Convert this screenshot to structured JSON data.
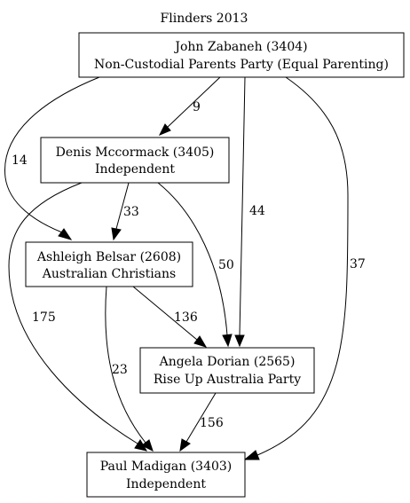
{
  "title": "Flinders 2013",
  "nodes": {
    "zabaneh": {
      "name": "John Zabaneh (3404)",
      "party": "Non-Custodial Parents Party (Equal Parenting)"
    },
    "mccormack": {
      "name": "Denis Mccormack (3405)",
      "party": "Independent"
    },
    "belsar": {
      "name": "Ashleigh Belsar (2608)",
      "party": "Australian Christians"
    },
    "dorian": {
      "name": "Angela Dorian (2565)",
      "party": "Rise Up Australia Party"
    },
    "madigan": {
      "name": "Paul Madigan (3403)",
      "party": "Independent"
    }
  },
  "edges": [
    {
      "from": "zabaneh",
      "to": "mccormack",
      "label": "9"
    },
    {
      "from": "zabaneh",
      "to": "belsar",
      "label": "14"
    },
    {
      "from": "zabaneh",
      "to": "dorian",
      "label": "44"
    },
    {
      "from": "zabaneh",
      "to": "madigan",
      "label": "37"
    },
    {
      "from": "mccormack",
      "to": "belsar",
      "label": "33"
    },
    {
      "from": "mccormack",
      "to": "dorian",
      "label": "50"
    },
    {
      "from": "mccormack",
      "to": "madigan",
      "label": "175"
    },
    {
      "from": "belsar",
      "to": "dorian",
      "label": "136"
    },
    {
      "from": "belsar",
      "to": "madigan",
      "label": "23"
    },
    {
      "from": "dorian",
      "to": "madigan",
      "label": "156"
    }
  ]
}
